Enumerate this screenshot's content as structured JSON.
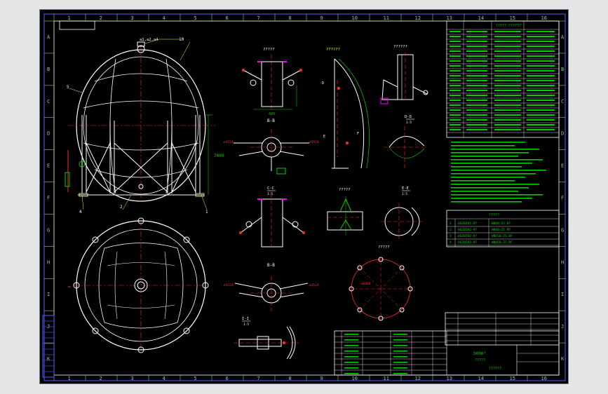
{
  "colors": {
    "background": "#000000",
    "frame": "#5b5bff",
    "shell": "#ffffff",
    "centerline": "#ff2a2a",
    "dimension": "#00d000",
    "accent": "#ff00ff",
    "leader": "#ffff00",
    "pad": "#d8d8a0"
  },
  "grid": {
    "columns": [
      "1",
      "2",
      "3",
      "4",
      "5",
      "6",
      "7",
      "8",
      "9",
      "10",
      "11",
      "12",
      "13",
      "14",
      "15",
      "16"
    ],
    "rows": [
      "A",
      "B",
      "C",
      "D",
      "E",
      "F",
      "G",
      "H",
      "I",
      "J",
      "K"
    ]
  },
  "views": {
    "elevation": {
      "top_nozzle": "a1,a2,a4",
      "item_top": "10",
      "item_side": "5",
      "item_leg": "2",
      "item_base": "1",
      "item_brace": "4",
      "height_dim": "7000"
    },
    "section_aa": {
      "title": "?????",
      "dim": "420"
    },
    "detail_i": {
      "title": "??????",
      "labels": [
        "D",
        "E",
        "F"
      ]
    },
    "detail_ii": {
      "title": "??????"
    },
    "section_bb": {
      "title": "B-B",
      "dims": [
        "ø1524",
        "ø1524"
      ]
    },
    "section_dd": {
      "title": "D-D",
      "ratio": "1:5"
    },
    "section_cc": {
      "title": "C-C",
      "ratio": "1:5"
    },
    "section_ee": {
      "title": "E-E",
      "ratio": "1:5"
    },
    "weld_detail": {
      "title": "?????"
    },
    "bottom_section": {
      "title": "B-B",
      "dims": [
        "ø1524",
        "ø1524"
      ]
    },
    "bolt_circle": {
      "title": "?????",
      "dim": "ø6800"
    },
    "nozzle_detail": {
      "title": "I-I",
      "ratio": "1:5"
    }
  },
  "title_block": {
    "capacity": "500m³",
    "name_line": "?????",
    "drawing_name": "??????"
  },
  "tech_table_header": "????? ??????",
  "parts_list_header": "?????",
  "parts_rows": [
    {
      "no": "1",
      "code": "HG20592-97",
      "desc": "WN40-25 RF"
    },
    {
      "no": "2",
      "code": "HG20592-97",
      "desc": "WN40-25 RF"
    },
    {
      "no": "3",
      "code": "HG20592-97",
      "desc": "WN150-25 RF"
    },
    {
      "no": "4",
      "code": "HG20592-97",
      "desc": "WN450-25 RF"
    }
  ]
}
